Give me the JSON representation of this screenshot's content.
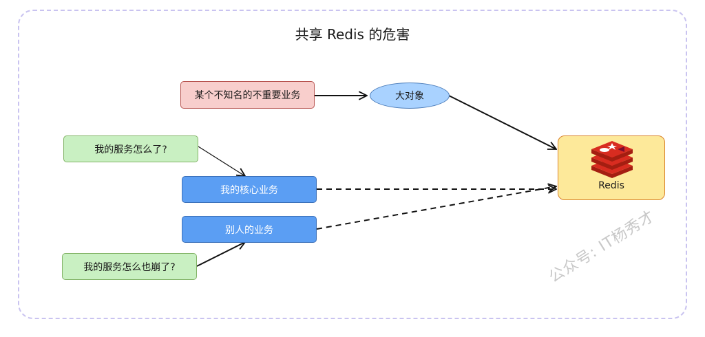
{
  "title": "共享 Redis 的危害",
  "nodes": {
    "unknown_business": "某个不知名的不重要业务",
    "big_object": "大对象",
    "my_service_q": "我的服务怎么了?",
    "my_core_business": "我的核心业务",
    "others_business": "别人的业务",
    "my_service_crash": "我的服务怎么也崩了?",
    "redis": "Redis"
  },
  "colors": {
    "pink_fill": "#f8cecc",
    "green_fill": "#c9f0c2",
    "blue_fill": "#5b9ef3",
    "ellipse_fill": "#a9d2ff",
    "redis_fill": "#fde99a",
    "redis_logo_red": "#c6302b"
  },
  "icons": {
    "redis_logo": "redis-logo-icon"
  },
  "watermark": "公众号: IT杨秀才"
}
